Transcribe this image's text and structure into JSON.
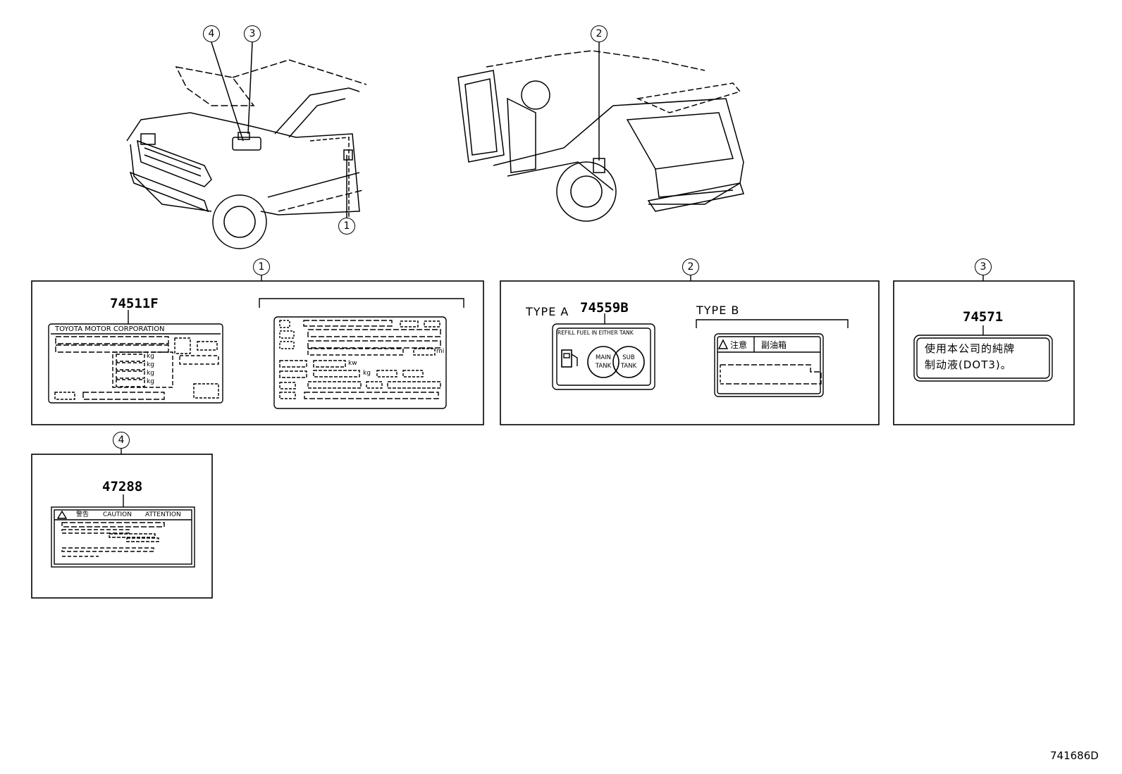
{
  "callouts": {
    "c1": "1",
    "c2": "2",
    "c3": "3",
    "c4": "4"
  },
  "panel1": {
    "callout": "1",
    "part_number": "74511F",
    "label_title": "TOYOTA MOTOR CORPORATION",
    "unit_kg": "kg",
    "unit_kw": "kw",
    "unit_mi": "mi"
  },
  "panel2": {
    "callout": "2",
    "type_a": "TYPE A",
    "type_b": "TYPE B",
    "part_number": "74559B",
    "refill_text": "REFILL FUEL IN EITHER TANK",
    "main_tank": "MAIN TANK",
    "sub_tank": "SUB TANK",
    "caution_cn": "注意",
    "sub_tank_cn": "副油箱"
  },
  "panel3": {
    "callout": "3",
    "part_number": "74571",
    "line1": "使用本公司的純牌",
    "line2": "制动液(DOT3)。"
  },
  "panel4": {
    "callout": "4",
    "part_number": "47288",
    "warning_cn": "警告",
    "caution": "CAUTION",
    "attention": "ATTENTION"
  },
  "drawing_code": "741686D"
}
